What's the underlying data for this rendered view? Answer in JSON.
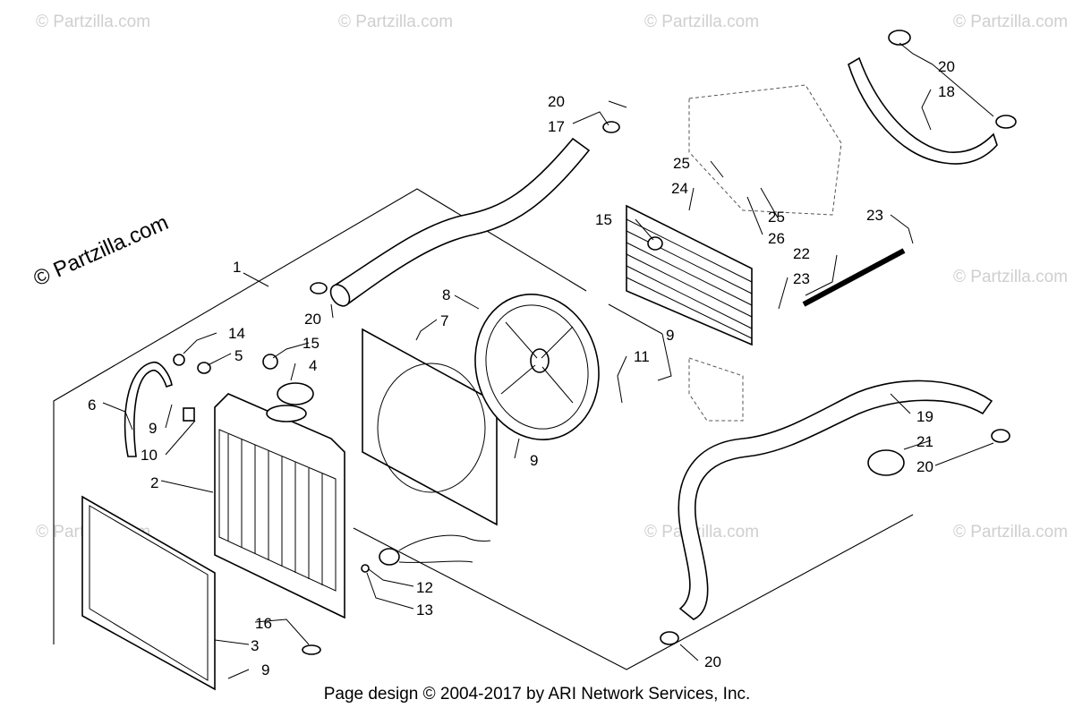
{
  "watermark": {
    "main_text": "© Partzilla.com",
    "tile_text": "© Partzilla.com"
  },
  "footer": {
    "text": "Page design © 2004-2017 by ARI Network Services, Inc."
  },
  "callouts": {
    "c1": "1",
    "c2": "2",
    "c3": "3",
    "c4": "4",
    "c5": "5",
    "c6": "6",
    "c7": "7",
    "c8": "8",
    "c9a": "9",
    "c9b": "9",
    "c9c": "9",
    "c9d": "9",
    "c10": "10",
    "c11": "11",
    "c12": "12",
    "c13": "13",
    "c14": "14",
    "c15a": "15",
    "c15b": "15",
    "c16": "16",
    "c17": "17",
    "c18": "18",
    "c19": "19",
    "c20a": "20",
    "c20b": "20",
    "c20c": "20",
    "c20d": "20",
    "c20e": "20",
    "c21": "21",
    "c22": "22",
    "c23a": "23",
    "c23b": "23",
    "c24": "24",
    "c25a": "25",
    "c25b": "25",
    "c26": "26"
  }
}
